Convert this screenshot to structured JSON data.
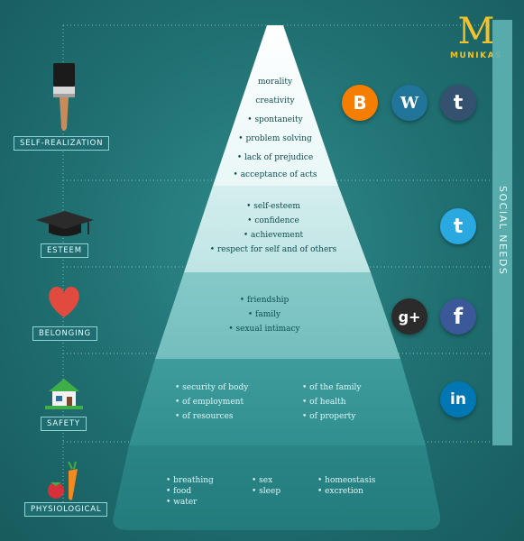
{
  "brand": {
    "letter": "M",
    "name": "MUNIKAS"
  },
  "levels": [
    {
      "id": "self_realization",
      "label": "SELF-REALIZATION",
      "icon": "paintbrush-icon",
      "items": [
        "morality",
        "creativity",
        "spontaneity",
        "problem solving",
        "lack of prejudice",
        "acceptance of acts"
      ]
    },
    {
      "id": "esteem",
      "label": "ESTEEM",
      "icon": "graduation-cap-icon",
      "items": [
        "self-esteem",
        "confidence",
        "achievement",
        "respect for self and  of others"
      ]
    },
    {
      "id": "belonging",
      "label": "BELONGING",
      "icon": "heart-icon",
      "items": [
        "friendship",
        "family",
        "sexual intimacy"
      ]
    },
    {
      "id": "safety",
      "label": "SAFETY",
      "icon": "house-icon",
      "col1": [
        "security of body",
        "of employment",
        "of resources"
      ],
      "col2": [
        "of the family",
        "of health",
        "of property"
      ]
    },
    {
      "id": "physiological",
      "label": "PHYSIOLOGICAL",
      "icon": "strawberry-carrot-icon",
      "col1": [
        "breathing",
        "food",
        "water"
      ],
      "col2": [
        "sex",
        "sleep"
      ],
      "col3": [
        "homeostasis",
        "excretion"
      ]
    }
  ],
  "social": {
    "label": "SOCIAL NEEDS",
    "icons": [
      {
        "name": "blogger-icon",
        "glyph": "B",
        "color": "#f57d00"
      },
      {
        "name": "wordpress-icon",
        "glyph": "W",
        "color": "#21759b"
      },
      {
        "name": "tumblr-icon",
        "glyph": "t",
        "color": "#34526f"
      },
      {
        "name": "twitter-icon",
        "glyph": "t",
        "color": "#29a9e0"
      },
      {
        "name": "googleplus-icon",
        "glyph": "g+",
        "color": "#2b2b2b"
      },
      {
        "name": "facebook-icon",
        "glyph": "f",
        "color": "#3b5998"
      },
      {
        "name": "linkedin-icon",
        "glyph": "in",
        "color": "#0077b5"
      }
    ]
  }
}
